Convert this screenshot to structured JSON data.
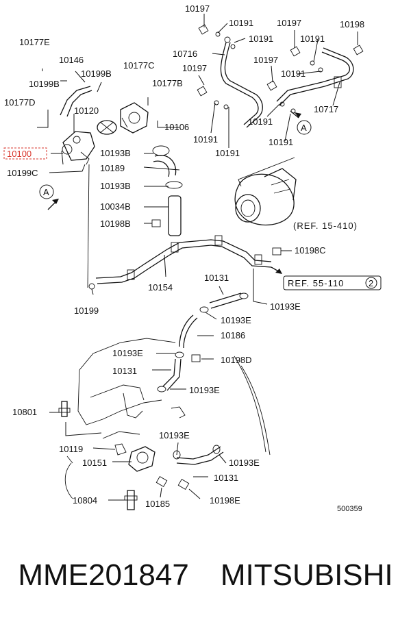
{
  "labels": {
    "p10197_top": "10197",
    "p10191_a": "10191",
    "p10191_b": "10191",
    "p10197_b": "10197",
    "p10198_top": "10198",
    "p10191_c": "10191",
    "p10177e": "10177E",
    "p10146": "10146",
    "p10716": "10716",
    "p10197_c": "10197",
    "p10199b_r": "10199B",
    "p10177c": "10177C",
    "p10197_d": "10197",
    "p10191_d": "10191",
    "p10199b_l": "10199B",
    "p10177b": "10177B",
    "p10177d": "10177D",
    "p10120": "10120",
    "p10717": "10717",
    "p10191_e": "10191",
    "p10106": "10106",
    "p10191_f": "10191",
    "p10191_g": "10191",
    "p10100": "10100",
    "p10193b_a": "10193B",
    "p10191_h": "10191",
    "p10199c": "10199C",
    "p10189": "10189",
    "p10193b_b": "10193B",
    "p10034b": "10034B",
    "p10198b": "10198B",
    "p10198c": "10198C",
    "p10154": "10154",
    "p10131_a": "10131",
    "p10193e_a": "10193E",
    "p10199": "10199",
    "p10193e_b": "10193E",
    "p10186": "10186",
    "p10193e_c": "10193E",
    "p10198d": "10198D",
    "p10131_b": "10131",
    "p10193e_d": "10193E",
    "p10801": "10801",
    "p10193e_e": "10193E",
    "p10119": "10119",
    "p10193e_f": "10193E",
    "p10151": "10151",
    "p10131_c": "10131",
    "p10804": "10804",
    "p10185": "10185",
    "p10198e": "10198E",
    "callout_a_top": "A",
    "callout_a_left": "A"
  },
  "refs": {
    "ref_15_410": "(REF. 15-410)",
    "ref_55_110": "REF. 55-110",
    "ref_55_110_circle": "2"
  },
  "diagram_code": "500359",
  "caption": {
    "part_number": "MME201847",
    "brand": "MITSUBISHI"
  },
  "highlight_color": "#d9342b"
}
